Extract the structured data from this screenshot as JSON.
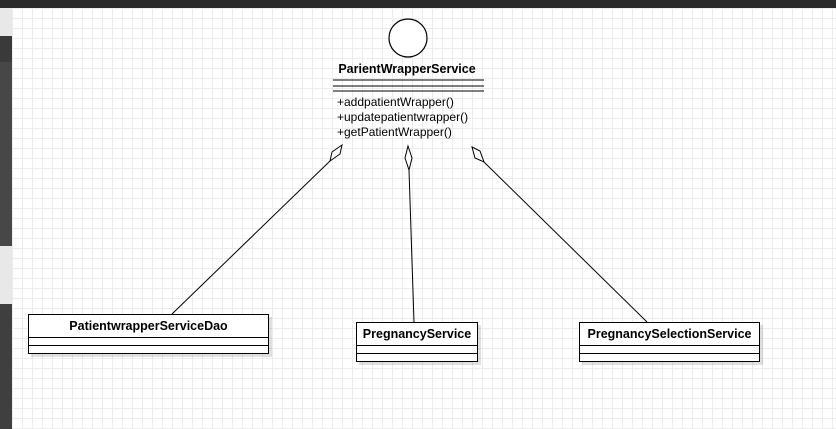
{
  "diagram": {
    "main_class": {
      "name": "ParientWrapperService",
      "operations": [
        "+addpatientWrapper()",
        "+updatepatientwrapper()",
        "+getPatientWrapper()"
      ]
    },
    "parts": [
      {
        "name": "PatientwrapperServiceDao"
      },
      {
        "name": "PregnancyService"
      },
      {
        "name": "PregnancySelectionService"
      }
    ],
    "relation": "aggregation"
  }
}
